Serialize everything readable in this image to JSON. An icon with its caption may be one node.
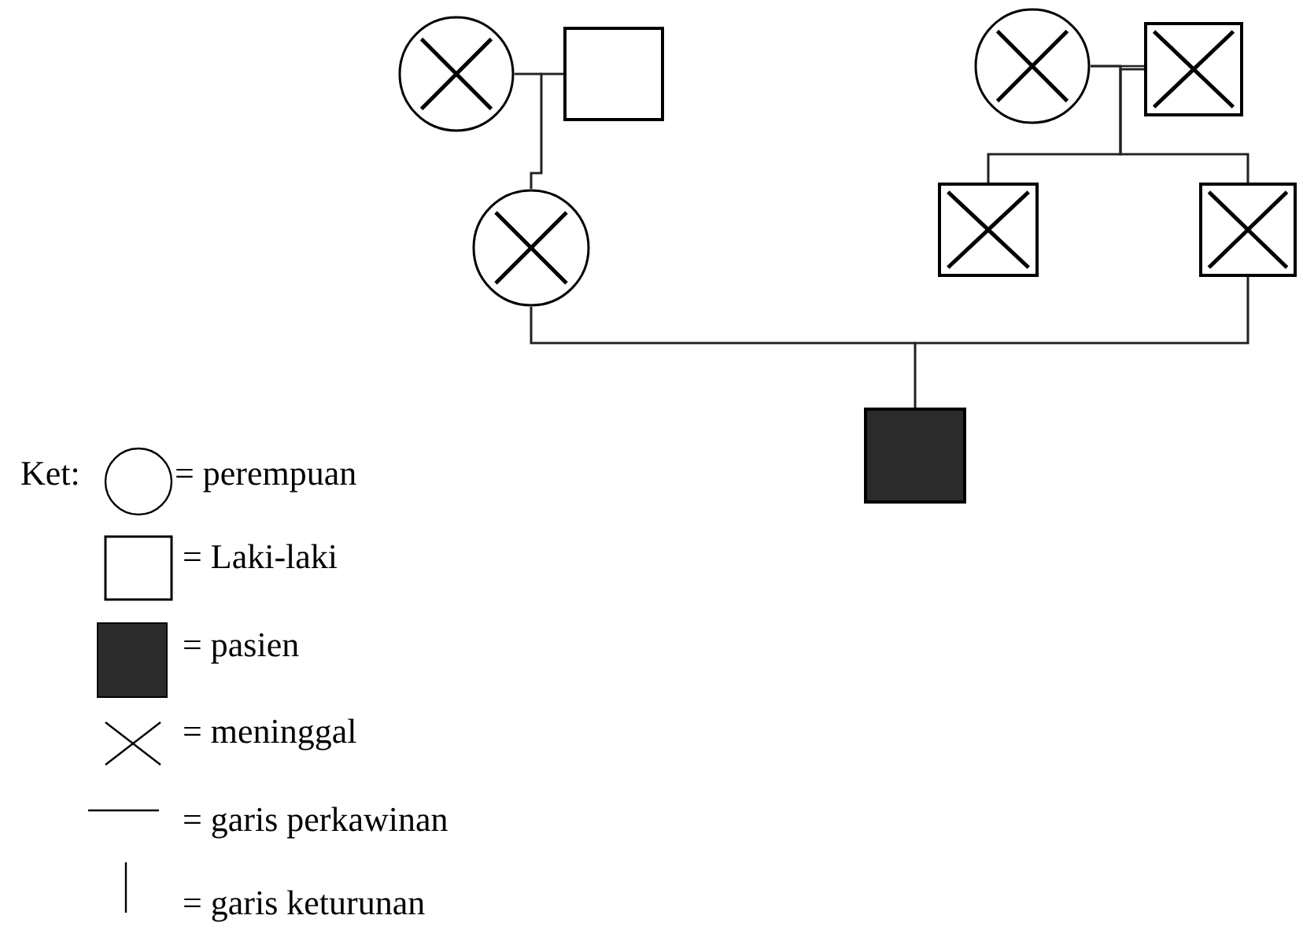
{
  "diagram": {
    "nodes": [
      {
        "text": [],
        "shape": "circle"
      },
      {
        "text": [],
        "shape": "box"
      },
      {
        "text": [],
        "shape": "circle"
      },
      {
        "text": [],
        "shape": "circle"
      },
      {
        "text": [],
        "shape": "box"
      },
      {
        "text": [],
        "shape": "box"
      },
      {
        "text": [],
        "shape": "box"
      },
      {
        "text": [],
        "shape": "box"
      }
    ],
    "edges": [
      {
        "from": 0,
        "to": 1,
        "arrow": "none"
      },
      {
        "from": 0,
        "to": 2,
        "arrow": "none"
      },
      {
        "from": 1,
        "to": 2,
        "arrow": "none"
      },
      {
        "from": 3,
        "to": 4,
        "arrow": "none"
      },
      {
        "from": 3,
        "to": 5,
        "arrow": "none"
      },
      {
        "from": 4,
        "to": 5,
        "arrow": "none"
      },
      {
        "from": 3,
        "to": 6,
        "arrow": "none"
      },
      {
        "from": 4,
        "to": 6,
        "arrow": "none"
      },
      {
        "from": 2,
        "to": 6,
        "arrow": "none"
      },
      {
        "from": 2,
        "to": 7,
        "arrow": "none"
      },
      {
        "from": 6,
        "to": 7,
        "arrow": "none"
      }
    ],
    "labels": [
      "Ket:"
    ],
    "legend": [
      {
        "text": "= perempuan"
      },
      {
        "text": "= Laki-laki"
      },
      {
        "text": "= pasien",
        "color": "#2b2b2b"
      },
      {
        "text": "= meninggal"
      },
      {
        "text": "= garis perkawinan"
      },
      {
        "text": "= garis keturunan"
      }
    ]
  }
}
